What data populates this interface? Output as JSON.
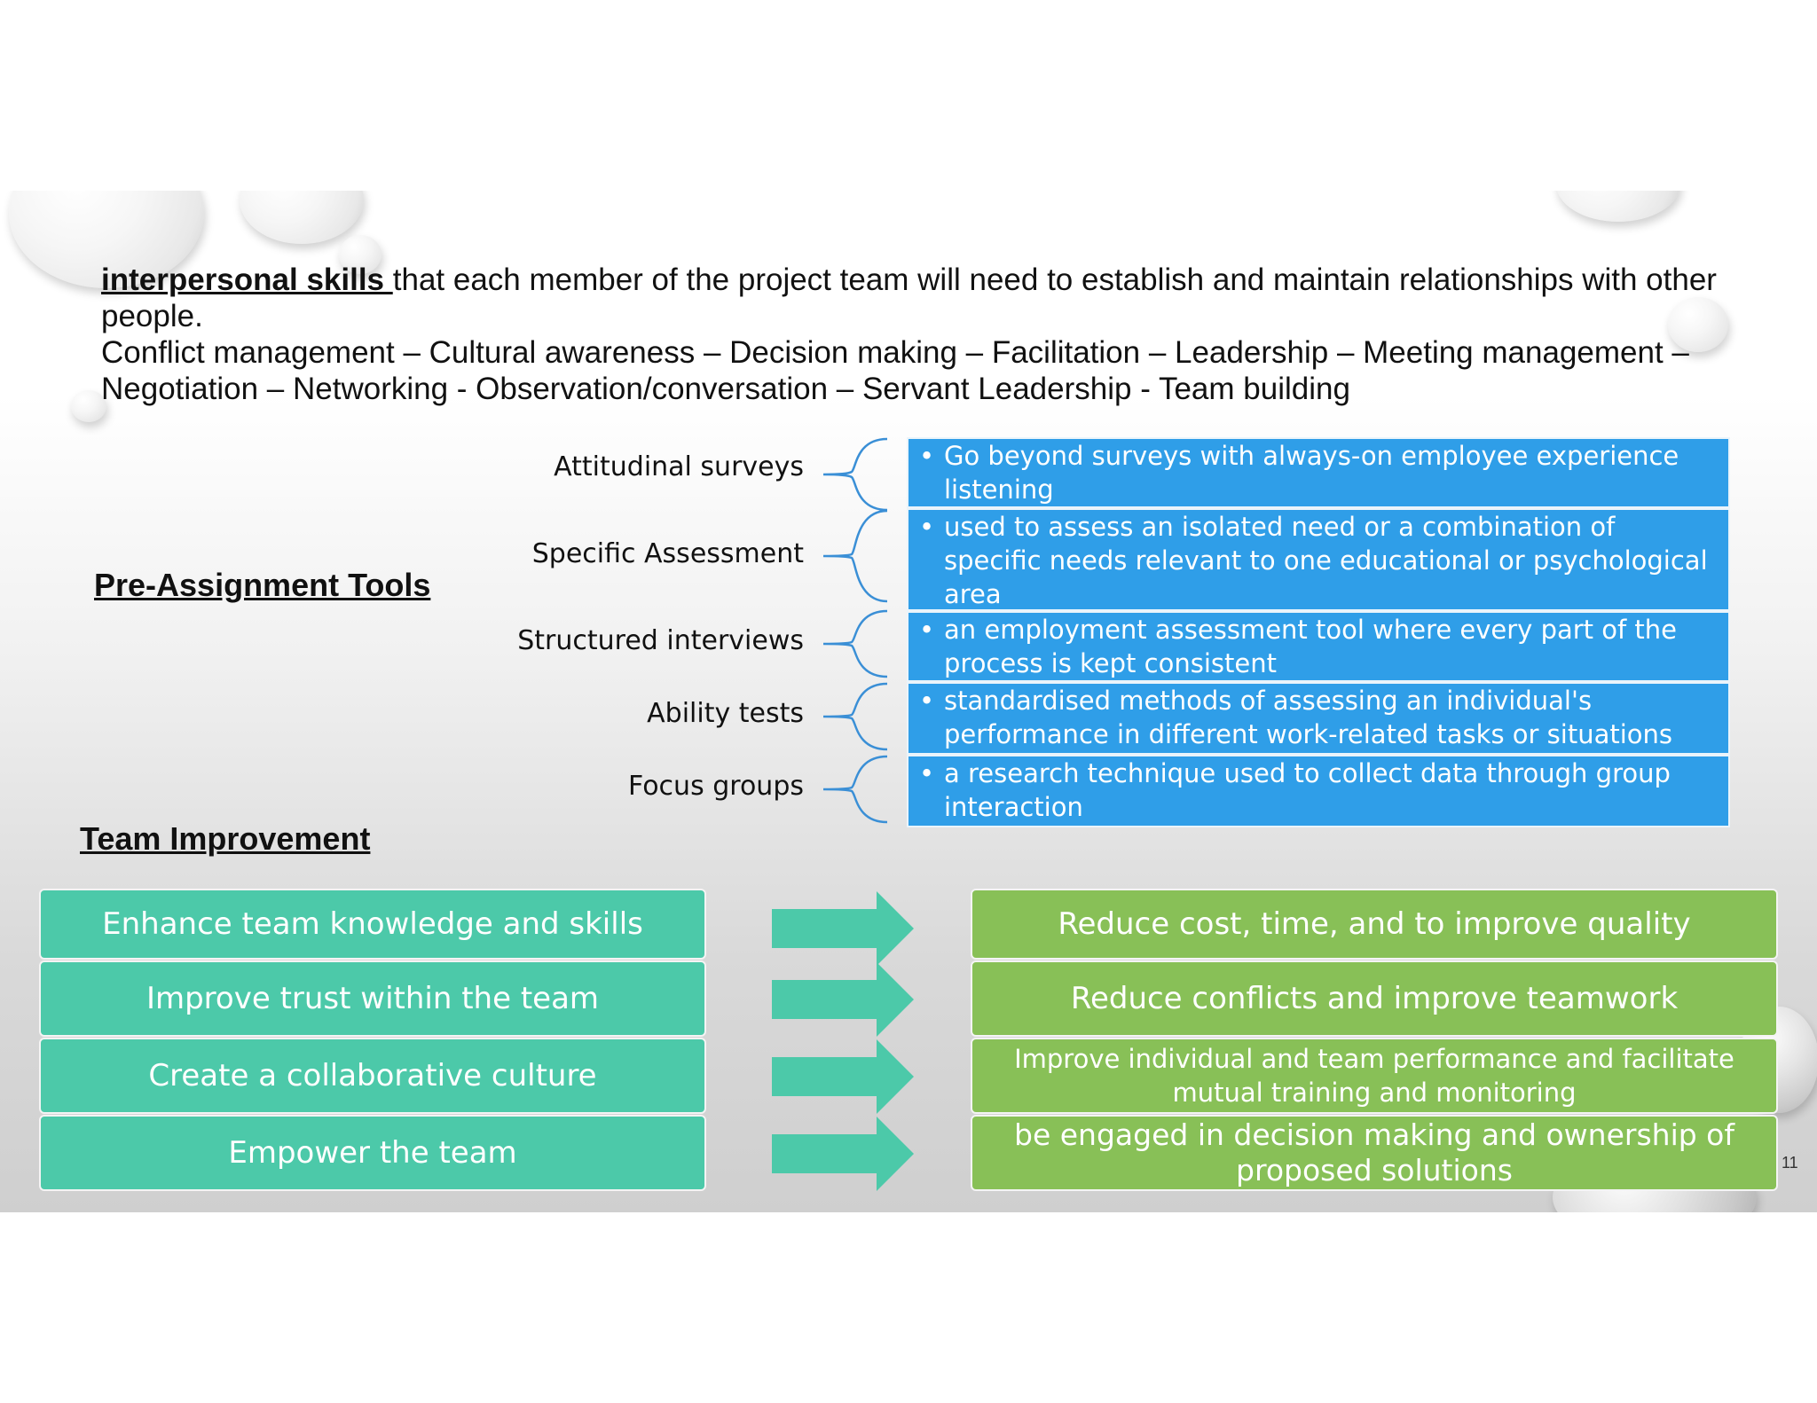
{
  "intro": {
    "term": "interpersonal skills ",
    "text": " that each member of the project team will need to establish and maintain relationships with other people.",
    "skills_list": "Conflict management – Cultural awareness – Decision making – Facilitation – Leadership – Meeting management – Negotiation – Networking - Observation/conversation – Servant Leadership - Team building"
  },
  "pre_assignment": {
    "title": "Pre-Assignment Tools",
    "tools": [
      {
        "label": "Attitudinal surveys",
        "desc": "Go beyond surveys with always-on employee experience listening"
      },
      {
        "label": "Specific Assessment",
        "desc": "used to assess an isolated need or a combination of specific needs relevant to one educational or psychological area"
      },
      {
        "label": "Structured interviews",
        "desc": "an employment assessment tool where every part of the process is kept consistent"
      },
      {
        "label": "Ability tests",
        "desc": "standardised methods of assessing an individual's performance in different work-related tasks or situations"
      },
      {
        "label": "Focus groups",
        "desc": " a research technique used to collect data through group interaction"
      }
    ],
    "bullet": "•"
  },
  "team_improvement": {
    "title": "Team Improvement",
    "actions": [
      "Enhance team knowledge and skills",
      "Improve trust within the team",
      "Create a collaborative culture",
      "Empower the team"
    ],
    "outcomes": [
      "Reduce cost, time, and to improve quality",
      "Reduce conflicts and improve teamwork",
      "Improve individual and team performance and facilitate mutual training and monitoring",
      "be engaged in decision making and ownership of proposed solutions"
    ]
  },
  "colors": {
    "tool_box": "#2f9ee8",
    "action_box": "#4cc9a9",
    "outcome_box": "#88c057",
    "arrow": "#4cc9a9",
    "brace": "#3a8fd6"
  },
  "page_number": "11"
}
